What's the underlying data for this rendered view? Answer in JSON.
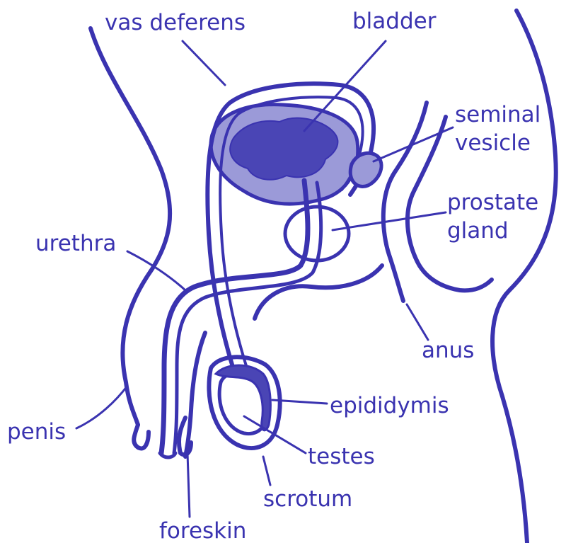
{
  "diagram": {
    "ink_color": "#3a33b0",
    "fill_light": "#9b9ad8",
    "fill_dark": "#4a45b5",
    "labels": {
      "vas_deferens": "vas deferens",
      "bladder": "bladder",
      "seminal_line1": "seminal",
      "seminal_line2": "vesicle",
      "prostate_line1": "prostate",
      "prostate_line2": "gland",
      "urethra": "urethra",
      "anus": "anus",
      "epididymis": "epididymis",
      "penis": "penis",
      "testes": "testes",
      "scrotum": "scrotum",
      "foreskin": "foreskin"
    }
  }
}
